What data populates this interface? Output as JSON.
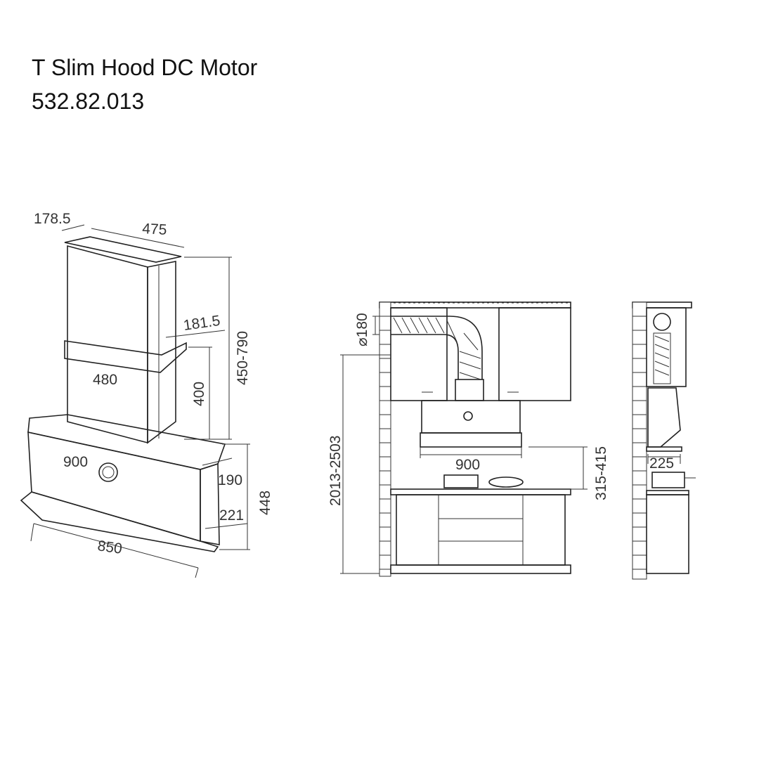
{
  "header": {
    "product_name": "T Slim Hood DC Motor",
    "product_code": "532.82.013"
  },
  "dimensions": {
    "chimney_depth": "178.5",
    "chimney_width_top": "475",
    "chimney_inner_depth": "181.5",
    "chimney_width_lower": "480",
    "chimney_lower_height": "400",
    "chimney_range": "450-790",
    "hood_width": "900",
    "hood_depth": "190",
    "hood_base_depth": "221",
    "hood_height": "448",
    "hood_bottom_width": "850",
    "duct_diameter": "⌀180",
    "install_height_range": "2013-2503",
    "install_width": "900",
    "hob_distance": "315-415",
    "side_depth": "225"
  },
  "colors": {
    "line": "#222222",
    "text": "#333333",
    "background": "#ffffff"
  }
}
